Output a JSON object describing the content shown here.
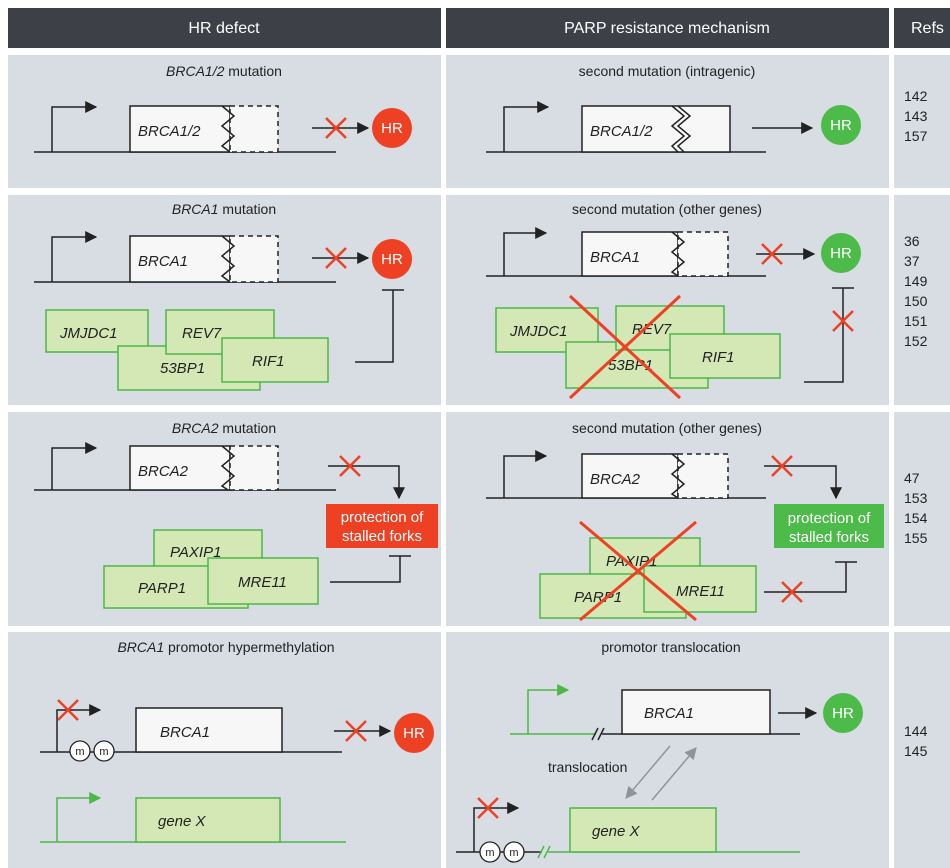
{
  "headers": {
    "col1": "HR defect",
    "col2": "PARP resistance mechanism",
    "col3": "Refs"
  },
  "rows": [
    {
      "defect": {
        "caption_gene": "BRCA1/2",
        "caption_rest": " mutation",
        "gene": "BRCA1/2",
        "hr": "HR"
      },
      "mechanism": {
        "caption": "second mutation (intragenic)",
        "gene": "BRCA1/2",
        "hr": "HR"
      },
      "refs": [
        "142",
        "143",
        "157"
      ]
    },
    {
      "defect": {
        "caption_gene": "BRCA1",
        "caption_rest": " mutation",
        "gene": "BRCA1",
        "hr": "HR",
        "boxes": [
          "JMJDC1",
          "REV7",
          "53BP1",
          "RIF1"
        ]
      },
      "mechanism": {
        "caption": "second mutation (other genes)",
        "gene": "BRCA1",
        "hr": "HR",
        "boxes": [
          "JMJDC1",
          "REV7",
          "53BP1",
          "RIF1"
        ]
      },
      "refs": [
        "36",
        "37",
        "149",
        "150",
        "151",
        "152"
      ]
    },
    {
      "defect": {
        "caption_gene": "BRCA2",
        "caption_rest": " mutation",
        "gene": "BRCA2",
        "protection": [
          "protection of",
          "stalled forks"
        ],
        "boxes": [
          "PAXIP1",
          "PARP1",
          "MRE11"
        ]
      },
      "mechanism": {
        "caption": "second mutation (other genes)",
        "gene": "BRCA2",
        "protection": [
          "protection of",
          "stalled forks"
        ],
        "boxes": [
          "PAXIP1",
          "PARP1",
          "MRE11"
        ]
      },
      "refs": [
        "47",
        "153",
        "154",
        "155"
      ]
    },
    {
      "defect": {
        "caption_gene": "BRCA1",
        "caption_rest": " promotor hypermethylation",
        "gene": "BRCA1",
        "gene2": "gene X",
        "hr": "HR",
        "methyl": [
          "m",
          "m"
        ]
      },
      "mechanism": {
        "caption": "promotor translocation",
        "gene": "BRCA1",
        "gene2": "gene X",
        "hr": "HR",
        "translocation": "translocation",
        "methyl": [
          "m",
          "m"
        ]
      },
      "refs": [
        "144",
        "145"
      ]
    }
  ],
  "colors": {
    "header_bg": "#3d4046",
    "panel_bg": "#d8dde3",
    "hr_red": "#ee4023",
    "hr_green": "#4dbb4a",
    "box_fill": "#d4e8b6",
    "box_stroke": "#4db848",
    "cross": "#ee4023"
  }
}
